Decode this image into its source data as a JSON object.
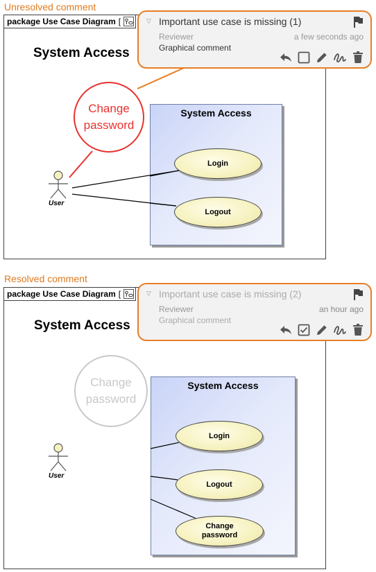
{
  "panels": {
    "unresolved": {
      "section_label": "Unresolved comment",
      "frame_tab": "package Use Case Diagram",
      "tab_bracket": "[",
      "diagram_title": "System Access",
      "subject_title": "System Access",
      "use_cases": [
        "Login",
        "Logout"
      ],
      "actor_label": "User",
      "graphical_comment": [
        "Change",
        "password"
      ],
      "comment": {
        "title": "Important use case is missing (1)",
        "author": "Reviewer",
        "time": "a few seconds ago",
        "body": "Graphical comment",
        "resolved": false
      }
    },
    "resolved": {
      "section_label": "Resolved comment",
      "frame_tab": "package Use Case Diagram",
      "tab_bracket": "[",
      "diagram_title": "System Access",
      "subject_title": "System Access",
      "use_cases": [
        "Login",
        "Logout",
        "Change password"
      ],
      "actor_label": "User",
      "graphical_comment": [
        "Change",
        "password"
      ],
      "comment": {
        "title": "Important use case is missing (2)",
        "author": "Reviewer",
        "time": "an hour ago",
        "body": "Graphical comment",
        "resolved": true
      }
    }
  },
  "icons": {
    "flag": "flag-icon",
    "reply": "reply-icon",
    "resolve_unchecked": "checkbox-empty-icon",
    "resolve_checked": "checkbox-checked-icon",
    "edit": "pencil-icon",
    "draw": "freehand-draw-icon",
    "delete": "trash-icon",
    "expand": "chevron-down-icon",
    "diagram_type": "use-case-diagram-icon"
  },
  "colors": {
    "accent_orange": "#e87e23",
    "section_label": "#e07a1f",
    "comment_red": "#e8322e",
    "comment_resolved_gray": "#c8c8c8"
  }
}
